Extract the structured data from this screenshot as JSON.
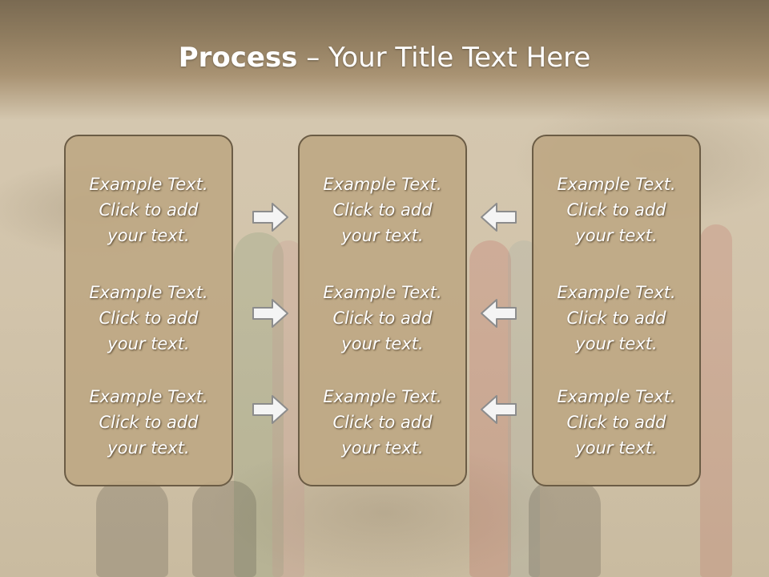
{
  "slide": {
    "title_bold": "Process",
    "title_rest": " – Your Title Text Here"
  },
  "panels": [
    {
      "items": [
        {
          "lines": [
            "Example Text.",
            "Click  to add",
            "your text."
          ]
        },
        {
          "lines": [
            "Example Text.",
            "Click  to add",
            "your text."
          ]
        },
        {
          "lines": [
            "Example Text.",
            "Click  to add",
            "your text."
          ]
        }
      ]
    },
    {
      "items": [
        {
          "lines": [
            "Example Text.",
            "Click  to add",
            "your text."
          ]
        },
        {
          "lines": [
            "Example Text.",
            "Click  to add",
            "your text."
          ]
        },
        {
          "lines": [
            "Example Text.",
            "Click  to add",
            "your text."
          ]
        }
      ]
    },
    {
      "items": [
        {
          "lines": [
            "Example Text.",
            "Click  to add",
            "your text."
          ]
        },
        {
          "lines": [
            "Example Text.",
            "Click  to add",
            "your text."
          ]
        },
        {
          "lines": [
            "Example Text.",
            "Click  to add",
            "your text."
          ]
        }
      ]
    }
  ],
  "arrows": {
    "left_group": [
      "right-arrow",
      "right-arrow",
      "right-arrow"
    ],
    "right_group": [
      "left-arrow",
      "left-arrow",
      "left-arrow"
    ]
  },
  "colors": {
    "header": "#8f7c5f",
    "panel_fill": "#bea884",
    "panel_border": "#6b5c45",
    "text": "#ffffff"
  }
}
